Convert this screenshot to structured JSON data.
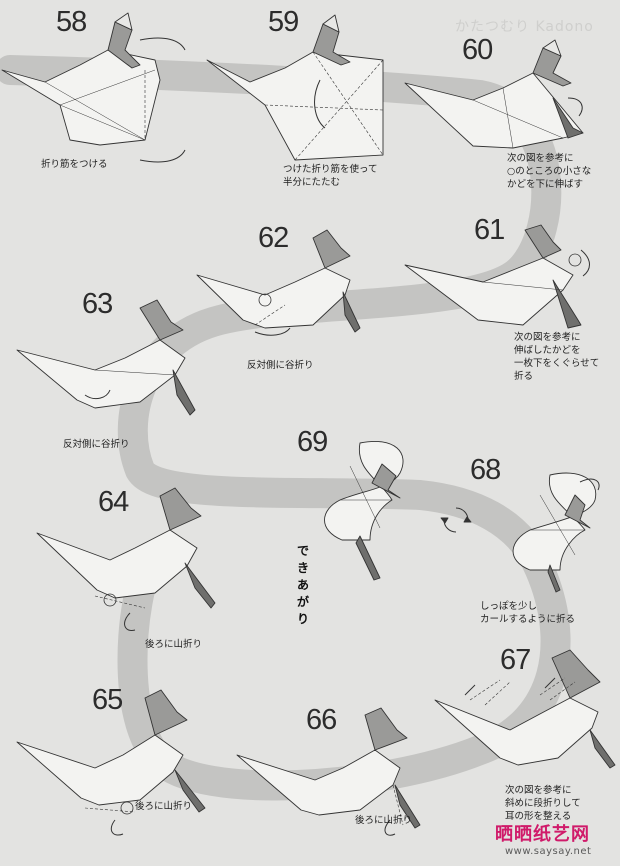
{
  "header": {
    "faint_title": "かたつむり Kadono"
  },
  "steps": [
    {
      "num": "58",
      "caption": "折り筋をつける"
    },
    {
      "num": "59",
      "caption": "つけた折り筋を使って\n半分にたたむ"
    },
    {
      "num": "60",
      "caption": "次の図を参考に\n○のところの小さな\nかどを下に伸ばす"
    },
    {
      "num": "61",
      "caption": "次の図を参考に\n伸ばしたかどを\n一枚下をくぐらせて\n折る"
    },
    {
      "num": "62",
      "caption": "反対側に谷折り"
    },
    {
      "num": "63",
      "caption": "反対側に谷折り"
    },
    {
      "num": "64",
      "caption": "後ろに山折り"
    },
    {
      "num": "65",
      "caption": "後ろに山折り"
    },
    {
      "num": "66",
      "caption": "後ろに山折り"
    },
    {
      "num": "67",
      "caption": "次の図を参考に\n斜めに段折りして\n耳の形を整える"
    },
    {
      "num": "68",
      "caption": "しっぽを少し\nカールするように折る"
    },
    {
      "num": "69",
      "caption": "できあがり"
    }
  ],
  "footer": {
    "logo": "晒晒纸艺网",
    "site": "www.saysay.net"
  },
  "icons": [
    "rotate-icon",
    "flip-icon"
  ]
}
